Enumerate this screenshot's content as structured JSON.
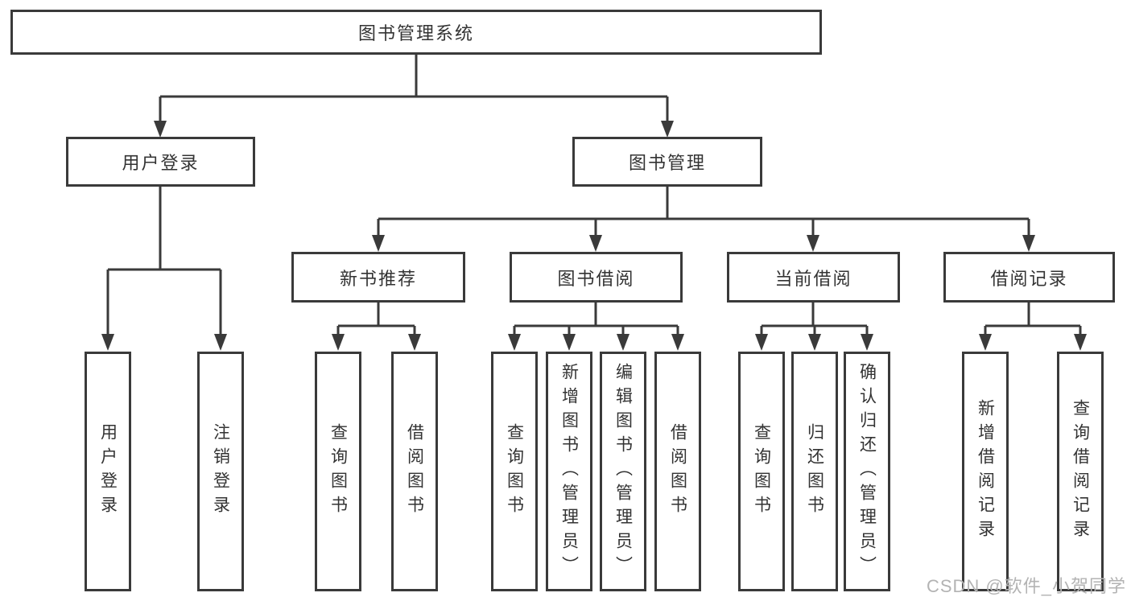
{
  "title": "图书管理系统",
  "level2": [
    "用户登录",
    "图书管理"
  ],
  "level3": [
    "新书推荐",
    "图书借阅",
    "当前借阅",
    "借阅记录"
  ],
  "leaves": [
    "用户登录",
    "注销登录",
    "查询图书",
    "借阅图书",
    "查询图书",
    "新增图书（管理员）",
    "编辑图书（管理员）",
    "借阅图书",
    "查询图书",
    "归还图书",
    "确认归还（管理员）",
    "新增借阅记录",
    "查询借阅记录"
  ],
  "watermark": "CSDN @软件_小贺同学",
  "colors": {
    "line": "#3a3a3a",
    "text": "#333333",
    "watermark": "#b3b3b3",
    "background": "#ffffff"
  }
}
